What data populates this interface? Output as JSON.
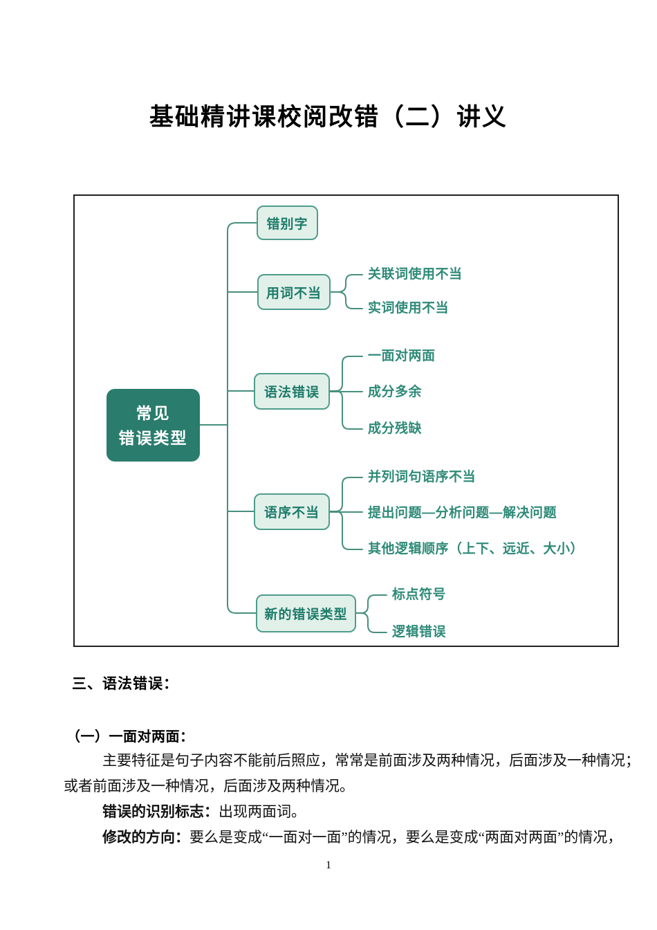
{
  "title": "基础精讲课校阅改错（二）讲义",
  "mindmap": {
    "root": {
      "line1": "常见",
      "line2": "错误类型"
    },
    "branches": [
      {
        "label": "错别字",
        "children": []
      },
      {
        "label": "用词不当",
        "children": [
          "关联词使用不当",
          "实词使用不当"
        ]
      },
      {
        "label": "语法错误",
        "children": [
          "一面对两面",
          "成分多余",
          "成分残缺"
        ]
      },
      {
        "label": "语序不当",
        "children": [
          "并列词句语序不当",
          "提出问题—分析问题—解决问题",
          "其他逻辑顺序（上下、远近、大小）"
        ]
      },
      {
        "label": "新的错误类型",
        "children": [
          "标点符号",
          "逻辑错误"
        ]
      }
    ],
    "colors": {
      "root_bg": "#2a7c6d",
      "node_bg": "#e2f0ea",
      "node_border": "#4e9c8b",
      "node_text": "#1d7b69",
      "leaf_text": "#2e8a78",
      "connector": "#468f7e",
      "frame_border": "#202020"
    }
  },
  "section": {
    "heading": "三、语法错误：",
    "subheading": "（一）一面对两面：",
    "para_line1": "主要特征是句子内容不能前后照应，常常是前面涉及两种情况，后面涉及一种情况；",
    "para_line2": "或者前面涉及一种情况，后面涉及两种情况。",
    "label1": "错误的识别标志：",
    "text1": "出现两面词。",
    "label2": "修改的方向：",
    "text2": "要么是变成“一面对一面”的情况，要么是变成“两面对两面”的情况，"
  },
  "page_number": "1"
}
